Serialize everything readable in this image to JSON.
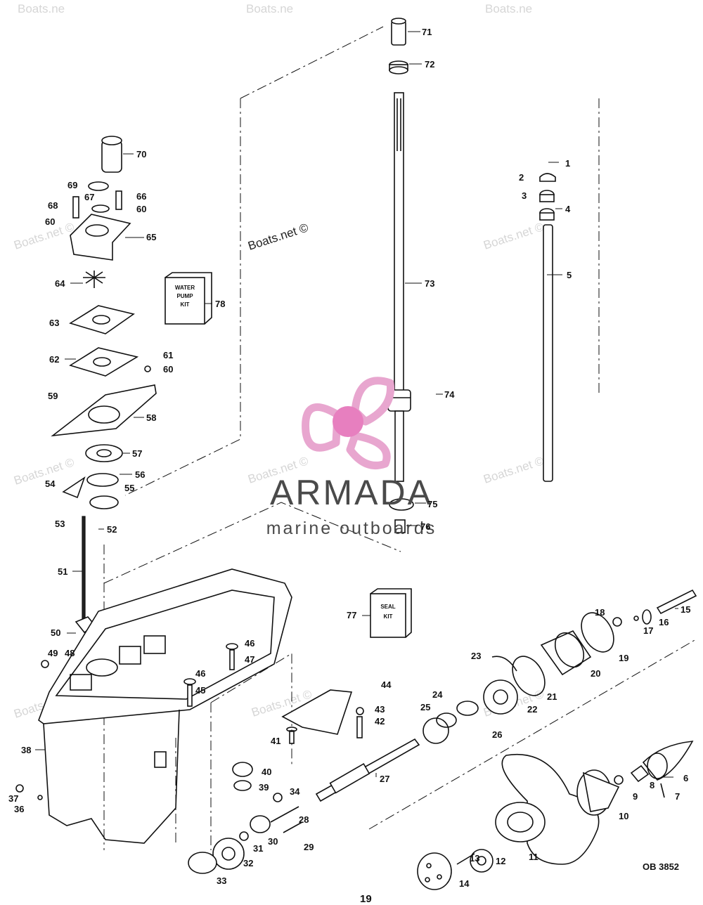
{
  "watermarks": {
    "text": "Boats.net ©",
    "edge_text": "Boats.ne"
  },
  "brand": {
    "name": "ARMADA",
    "tagline": "marine outboards",
    "logo_color": "#e8a6cf",
    "logo_hub_color": "#e77fbf"
  },
  "kits": {
    "water_pump": {
      "line1": "WATER",
      "line2": "PUMP",
      "line3": "KIT"
    },
    "seal": {
      "line1": "SEAL",
      "line2": "KIT"
    }
  },
  "callouts": [
    {
      "id": "c1",
      "text": "1"
    },
    {
      "id": "c2",
      "text": "2"
    },
    {
      "id": "c3",
      "text": "3"
    },
    {
      "id": "c4",
      "text": "4"
    },
    {
      "id": "c5",
      "text": "5"
    },
    {
      "id": "c6",
      "text": "6"
    },
    {
      "id": "c7",
      "text": "7"
    },
    {
      "id": "c8",
      "text": "8"
    },
    {
      "id": "c9",
      "text": "9"
    },
    {
      "id": "c10",
      "text": "10"
    },
    {
      "id": "c11",
      "text": "11"
    },
    {
      "id": "c12",
      "text": "12"
    },
    {
      "id": "c13",
      "text": "13"
    },
    {
      "id": "c14",
      "text": "14"
    },
    {
      "id": "c15",
      "text": "15"
    },
    {
      "id": "c16",
      "text": "16"
    },
    {
      "id": "c17",
      "text": "17"
    },
    {
      "id": "c18",
      "text": "18"
    },
    {
      "id": "c19",
      "text": "19"
    },
    {
      "id": "c20",
      "text": "20"
    },
    {
      "id": "c21",
      "text": "21"
    },
    {
      "id": "c22",
      "text": "22"
    },
    {
      "id": "c23",
      "text": "23"
    },
    {
      "id": "c24",
      "text": "24"
    },
    {
      "id": "c25",
      "text": "25"
    },
    {
      "id": "c26",
      "text": "26"
    },
    {
      "id": "c27",
      "text": "27"
    },
    {
      "id": "c28",
      "text": "28"
    },
    {
      "id": "c29",
      "text": "29"
    },
    {
      "id": "c30",
      "text": "30"
    },
    {
      "id": "c31",
      "text": "31"
    },
    {
      "id": "c32",
      "text": "32"
    },
    {
      "id": "c33",
      "text": "33"
    },
    {
      "id": "c34",
      "text": "34"
    },
    {
      "id": "c36",
      "text": "36"
    },
    {
      "id": "c37",
      "text": "37"
    },
    {
      "id": "c38",
      "text": "38"
    },
    {
      "id": "c39",
      "text": "39"
    },
    {
      "id": "c40",
      "text": "40"
    },
    {
      "id": "c41",
      "text": "41"
    },
    {
      "id": "c42",
      "text": "42"
    },
    {
      "id": "c43",
      "text": "43"
    },
    {
      "id": "c44",
      "text": "44"
    },
    {
      "id": "c45",
      "text": "45"
    },
    {
      "id": "c46a",
      "text": "46"
    },
    {
      "id": "c46b",
      "text": "46"
    },
    {
      "id": "c47",
      "text": "47"
    },
    {
      "id": "c48",
      "text": "48"
    },
    {
      "id": "c49",
      "text": "49"
    },
    {
      "id": "c50",
      "text": "50"
    },
    {
      "id": "c51",
      "text": "51"
    },
    {
      "id": "c52",
      "text": "52"
    },
    {
      "id": "c53",
      "text": "53"
    },
    {
      "id": "c54",
      "text": "54"
    },
    {
      "id": "c55",
      "text": "55"
    },
    {
      "id": "c56",
      "text": "56"
    },
    {
      "id": "c57",
      "text": "57"
    },
    {
      "id": "c58",
      "text": "58"
    },
    {
      "id": "c59",
      "text": "59"
    },
    {
      "id": "c60a",
      "text": "60"
    },
    {
      "id": "c60b",
      "text": "60"
    },
    {
      "id": "c60c",
      "text": "60"
    },
    {
      "id": "c61",
      "text": "61"
    },
    {
      "id": "c62",
      "text": "62"
    },
    {
      "id": "c63",
      "text": "63"
    },
    {
      "id": "c64",
      "text": "64"
    },
    {
      "id": "c65",
      "text": "65"
    },
    {
      "id": "c66",
      "text": "66"
    },
    {
      "id": "c67",
      "text": "67"
    },
    {
      "id": "c68",
      "text": "68"
    },
    {
      "id": "c69",
      "text": "69"
    },
    {
      "id": "c70",
      "text": "70"
    },
    {
      "id": "c71",
      "text": "71"
    },
    {
      "id": "c72",
      "text": "72"
    },
    {
      "id": "c73",
      "text": "73"
    },
    {
      "id": "c74",
      "text": "74"
    },
    {
      "id": "c75",
      "text": "75"
    },
    {
      "id": "c76",
      "text": "76"
    },
    {
      "id": "c77",
      "text": "77"
    },
    {
      "id": "c78",
      "text": "78"
    }
  ],
  "footer": {
    "page_number": "19",
    "figure_code": "OB 3852"
  }
}
